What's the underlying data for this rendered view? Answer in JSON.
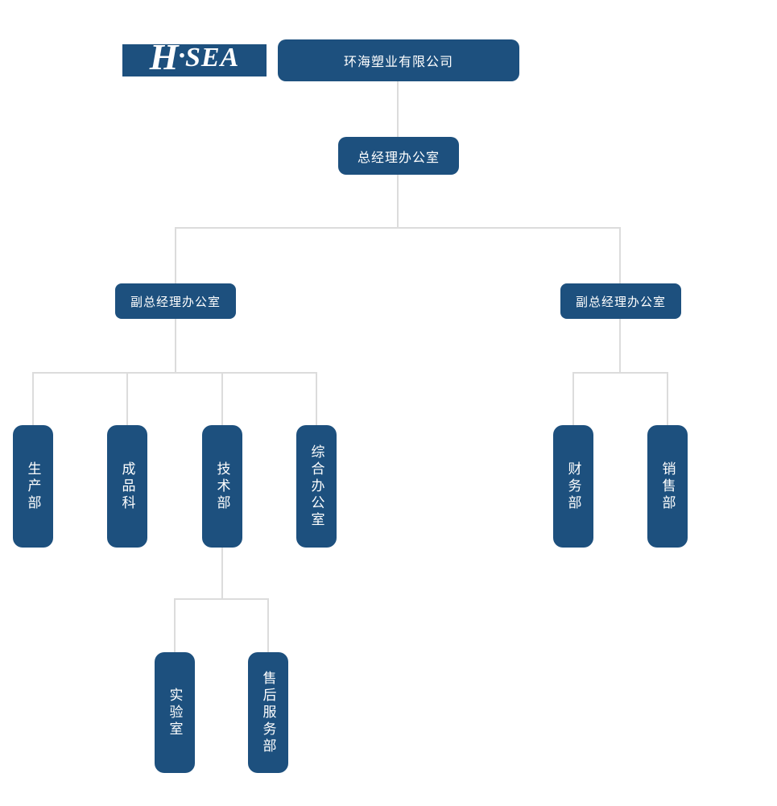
{
  "logo": {
    "h": "H",
    "dot": "·",
    "sea": "SEA"
  },
  "colors": {
    "box": "#1d507e",
    "line": "#dcdcdc",
    "text": "#ffffff",
    "background": "#ffffff"
  },
  "org_chart": {
    "root": {
      "label": "环海塑业有限公司",
      "children": [
        {
          "label": "总经理办公室",
          "children": [
            {
              "label": "副总经理办公室",
              "children": [
                {
                  "label": "生产部"
                },
                {
                  "label": "成品科"
                },
                {
                  "label": "技术部",
                  "children": [
                    {
                      "label": "实验室"
                    },
                    {
                      "label": "售后服务部"
                    }
                  ]
                },
                {
                  "label": "综合办公室"
                }
              ]
            },
            {
              "label": "副总经理办公室",
              "children": [
                {
                  "label": "财务部"
                },
                {
                  "label": "销售部"
                }
              ]
            }
          ]
        }
      ]
    }
  }
}
